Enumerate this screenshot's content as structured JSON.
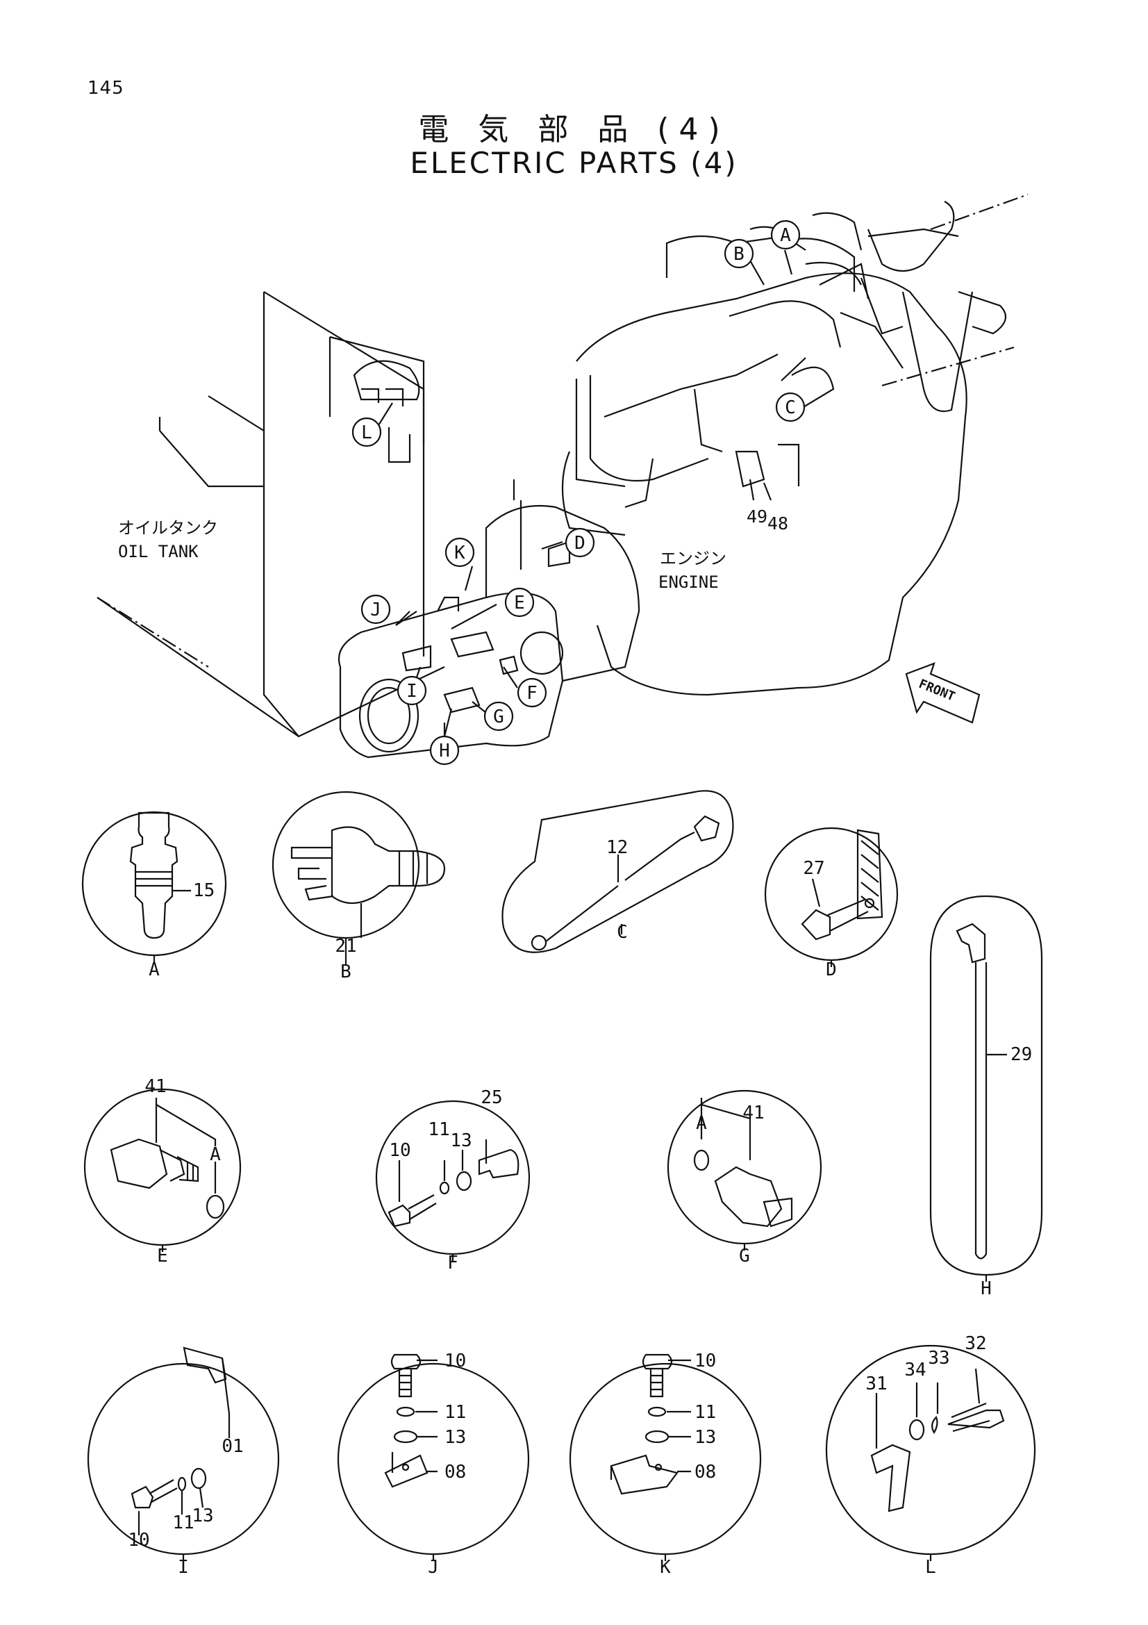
{
  "page": {
    "number": "145",
    "title_jp": "電 気 部 品 (4)",
    "title_en": "ELECTRIC PARTS (4)"
  },
  "assembly": {
    "oil_tank_jp": "オイルタンク",
    "oil_tank_en": "OIL TANK",
    "engine_jp": "エンジン",
    "engine_en": "ENGINE",
    "front_label": "FRONT",
    "callouts": [
      "A",
      "B",
      "C",
      "D",
      "E",
      "F",
      "G",
      "H",
      "I",
      "J",
      "K",
      "L"
    ],
    "part_numbers": [
      "49",
      "48"
    ]
  },
  "details": [
    {
      "letter": "A",
      "parts": [
        "15"
      ]
    },
    {
      "letter": "B",
      "parts": [
        "21"
      ]
    },
    {
      "letter": "C",
      "parts": [
        "12"
      ]
    },
    {
      "letter": "D",
      "parts": [
        "27"
      ]
    },
    {
      "letter": "H",
      "parts": [
        "29"
      ]
    },
    {
      "letter": "E",
      "parts": [
        "41",
        "A"
      ]
    },
    {
      "letter": "F",
      "parts": [
        "10",
        "11",
        "13",
        "25"
      ]
    },
    {
      "letter": "G",
      "parts": [
        "A",
        "41"
      ]
    },
    {
      "letter": "I",
      "parts": [
        "10",
        "11",
        "13",
        "01"
      ]
    },
    {
      "letter": "J",
      "parts": [
        "10",
        "11",
        "13",
        "08"
      ]
    },
    {
      "letter": "K",
      "parts": [
        "10",
        "11",
        "13",
        "08"
      ]
    },
    {
      "letter": "L",
      "parts": [
        "31",
        "34",
        "33",
        "32"
      ]
    }
  ]
}
